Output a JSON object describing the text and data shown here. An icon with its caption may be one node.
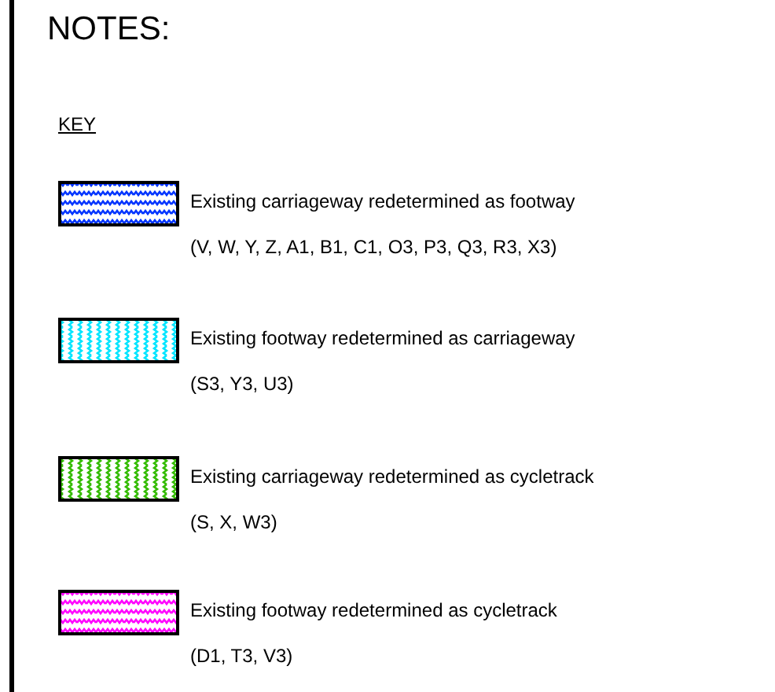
{
  "diagram": {
    "title": "NOTES:",
    "labels": [
      "KEY",
      "(V, W, Y, Z, A1, B1, C1, O3, P3, Q3, R3, X3)",
      "(S3, Y3, U3)",
      "(S, X, W3)",
      "(D1, T3, V3)"
    ],
    "legend": [
      {
        "text": "Existing carriageway redetermined as footway",
        "color": "#0033ff"
      },
      {
        "text": "Existing footway redetermined as carriageway",
        "color": "#00e5ff"
      },
      {
        "text": "Existing carriageway redetermined as cycletrack",
        "color": "#33bb00"
      },
      {
        "text": "Existing footway redetermined as cycletrack",
        "color": "#ff00ff"
      }
    ]
  }
}
